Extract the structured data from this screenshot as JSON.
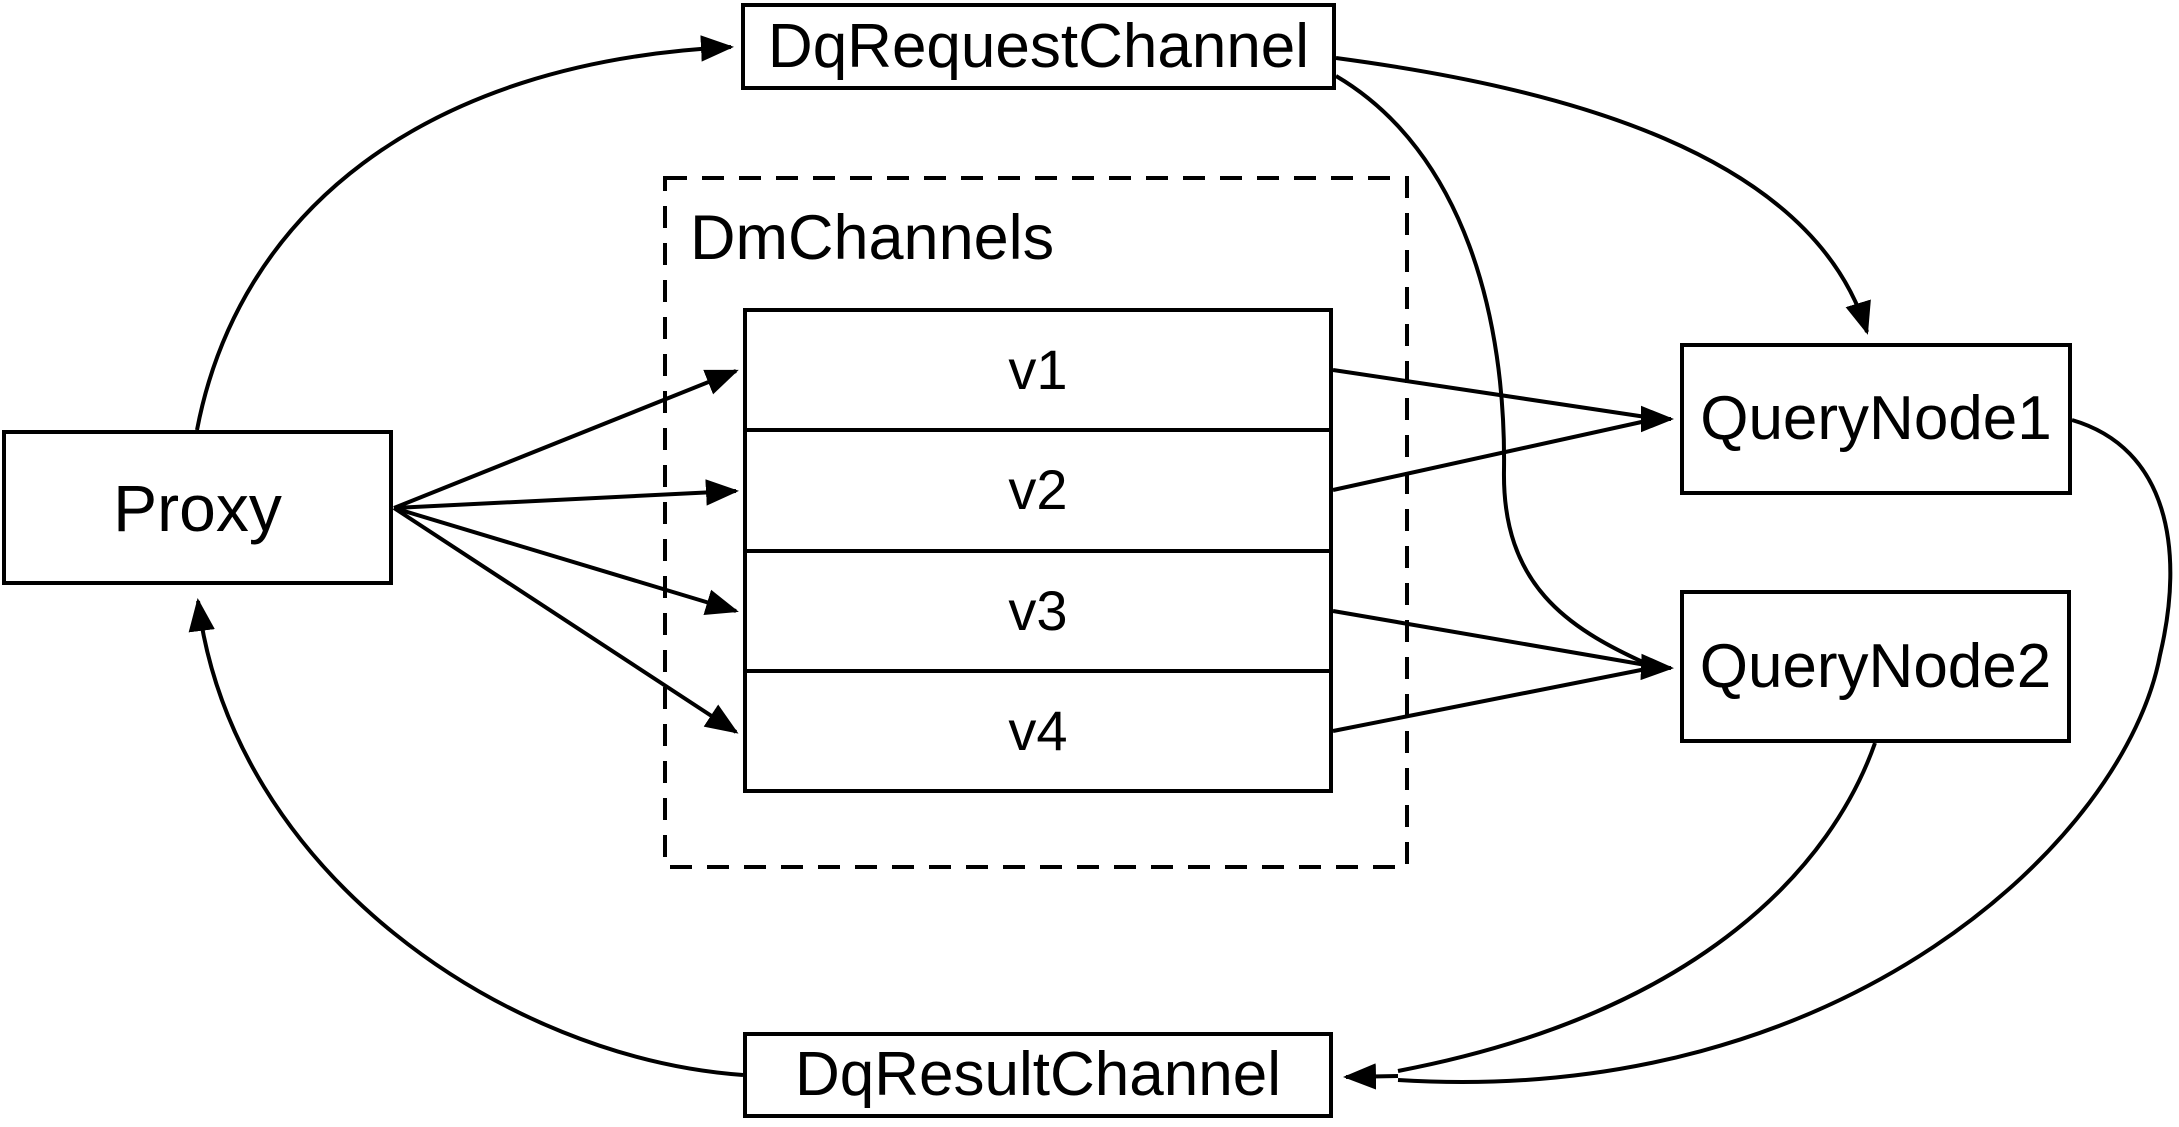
{
  "diagram": {
    "type": "architecture-flow",
    "colors": {
      "line": "#000000",
      "background": "#ffffff",
      "text": "#000000"
    },
    "nodes": {
      "proxy": {
        "label": "Proxy"
      },
      "dq_request_channel": {
        "label": "DqRequestChannel"
      },
      "dm_channels_group": {
        "label": "DmChannels"
      },
      "query_node1": {
        "label": "QueryNode1"
      },
      "query_node2": {
        "label": "QueryNode2"
      },
      "dq_result_channel": {
        "label": "DqResultChannel"
      }
    },
    "channels": [
      "v1",
      "v2",
      "v3",
      "v4"
    ],
    "edges": [
      {
        "from": "Proxy",
        "to": "DqRequestChannel"
      },
      {
        "from": "DqRequestChannel",
        "to": "QueryNode1"
      },
      {
        "from": "DqRequestChannel",
        "to": "QueryNode2"
      },
      {
        "from": "Proxy",
        "to": "v1"
      },
      {
        "from": "Proxy",
        "to": "v2"
      },
      {
        "from": "Proxy",
        "to": "v3"
      },
      {
        "from": "Proxy",
        "to": "v4"
      },
      {
        "from": "v1",
        "to": "QueryNode1"
      },
      {
        "from": "v2",
        "to": "QueryNode1"
      },
      {
        "from": "v3",
        "to": "QueryNode2"
      },
      {
        "from": "v4",
        "to": "QueryNode2"
      },
      {
        "from": "QueryNode1",
        "to": "DqResultChannel"
      },
      {
        "from": "QueryNode2",
        "to": "DqResultChannel"
      },
      {
        "from": "DqResultChannel",
        "to": "Proxy"
      }
    ]
  }
}
